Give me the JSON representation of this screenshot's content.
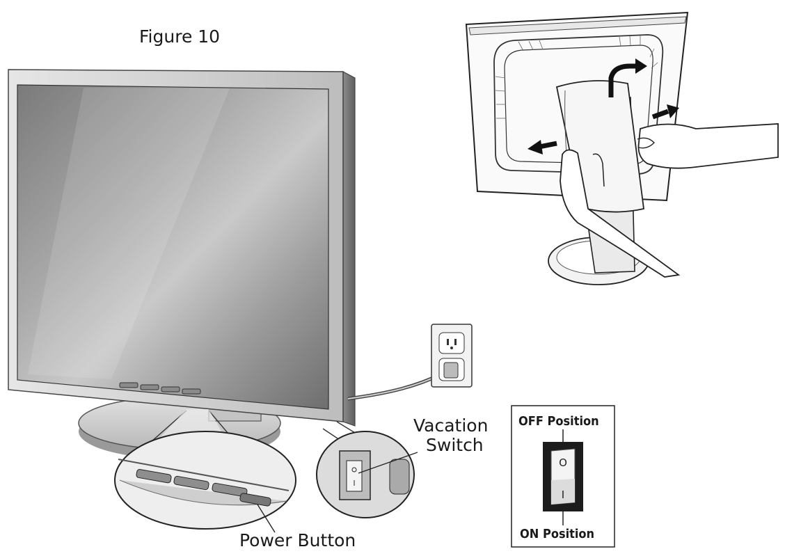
{
  "figure": {
    "title": "Figure 10"
  },
  "callouts": {
    "vacation_switch_line1": "Vacation",
    "vacation_switch_line2": "Switch",
    "power_button": "Power Button"
  },
  "switch_legend": {
    "off_label": "OFF Position",
    "on_label": "ON Position",
    "off_symbol": "O",
    "on_symbol": "I"
  }
}
